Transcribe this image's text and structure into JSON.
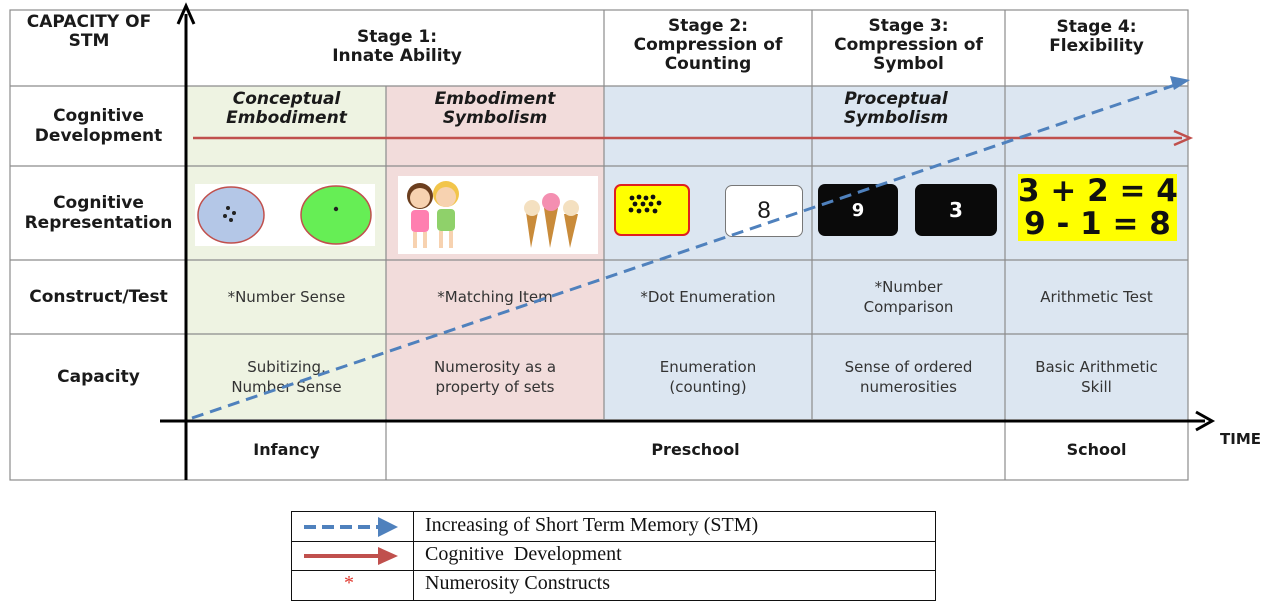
{
  "axis": {
    "y_title_line1": "CAPACITY OF",
    "y_title_line2": "STM",
    "x_title": "TIME"
  },
  "stages": [
    {
      "line1": "Stage 1:",
      "line2": "Innate Ability",
      "line3": ""
    },
    {
      "line1": "Stage 2:",
      "line2": "Compression of",
      "line3": "Counting"
    },
    {
      "line1": "Stage 3:",
      "line2": "Compression of",
      "line3": "Symbol"
    },
    {
      "line1": "Stage 4:",
      "line2": "Flexibility",
      "line3": ""
    }
  ],
  "row_labels": {
    "cog_dev_line1": "Cognitive",
    "cog_dev_line2": "Development",
    "cog_rep_line1": "Cognitive",
    "cog_rep_line2": "Representation",
    "construct": "Construct/Test",
    "capacity": "Capacity"
  },
  "development": [
    {
      "line1": "Conceptual",
      "line2": "Embodiment"
    },
    {
      "line1": "Embodiment",
      "line2": "Symbolism"
    },
    {
      "line1": "Proceptual",
      "line2": "Symbolism"
    }
  ],
  "representation": {
    "card_digit": "8",
    "black_left": "9",
    "black_right": "3",
    "eq1": "3 + 2 = 4",
    "eq2": "9 - 1 = 8"
  },
  "constructs": [
    {
      "line1": "*Number Sense",
      "line2": ""
    },
    {
      "line1": "*Matching Item",
      "line2": ""
    },
    {
      "line1": "*Dot Enumeration",
      "line2": ""
    },
    {
      "line1": "*Number",
      "line2": "Comparison"
    },
    {
      "line1": "Arithmetic Test",
      "line2": ""
    }
  ],
  "capacities": [
    {
      "line1": "Subitizing,",
      "line2": "Number Sense"
    },
    {
      "line1": "Numerosity as a",
      "line2": "property of sets"
    },
    {
      "line1": "Enumeration",
      "line2": "(counting)"
    },
    {
      "line1": "Sense of ordered",
      "line2": "numerosities"
    },
    {
      "line1": "Basic Arithmetic",
      "line2": "Skill"
    }
  ],
  "periods": [
    "Infancy",
    "Preschool",
    "School"
  ],
  "legend": [
    {
      "symbol": "dashed-blue-arrow",
      "text": "Increasing of Short Term Memory (STM)"
    },
    {
      "symbol": "red-arrow",
      "text": "Cognitive  Development"
    },
    {
      "symbol": "*",
      "text": "Numerosity Constructs"
    }
  ],
  "colors": {
    "green_bg": "#eef3e2",
    "pink_bg": "#f2dcdb",
    "blue_bg": "#dce6f1",
    "dev_arrow": "#c0504d",
    "stm_arrow": "#4f81bd",
    "yellow": "#ffff00",
    "star": "#e0362c"
  }
}
